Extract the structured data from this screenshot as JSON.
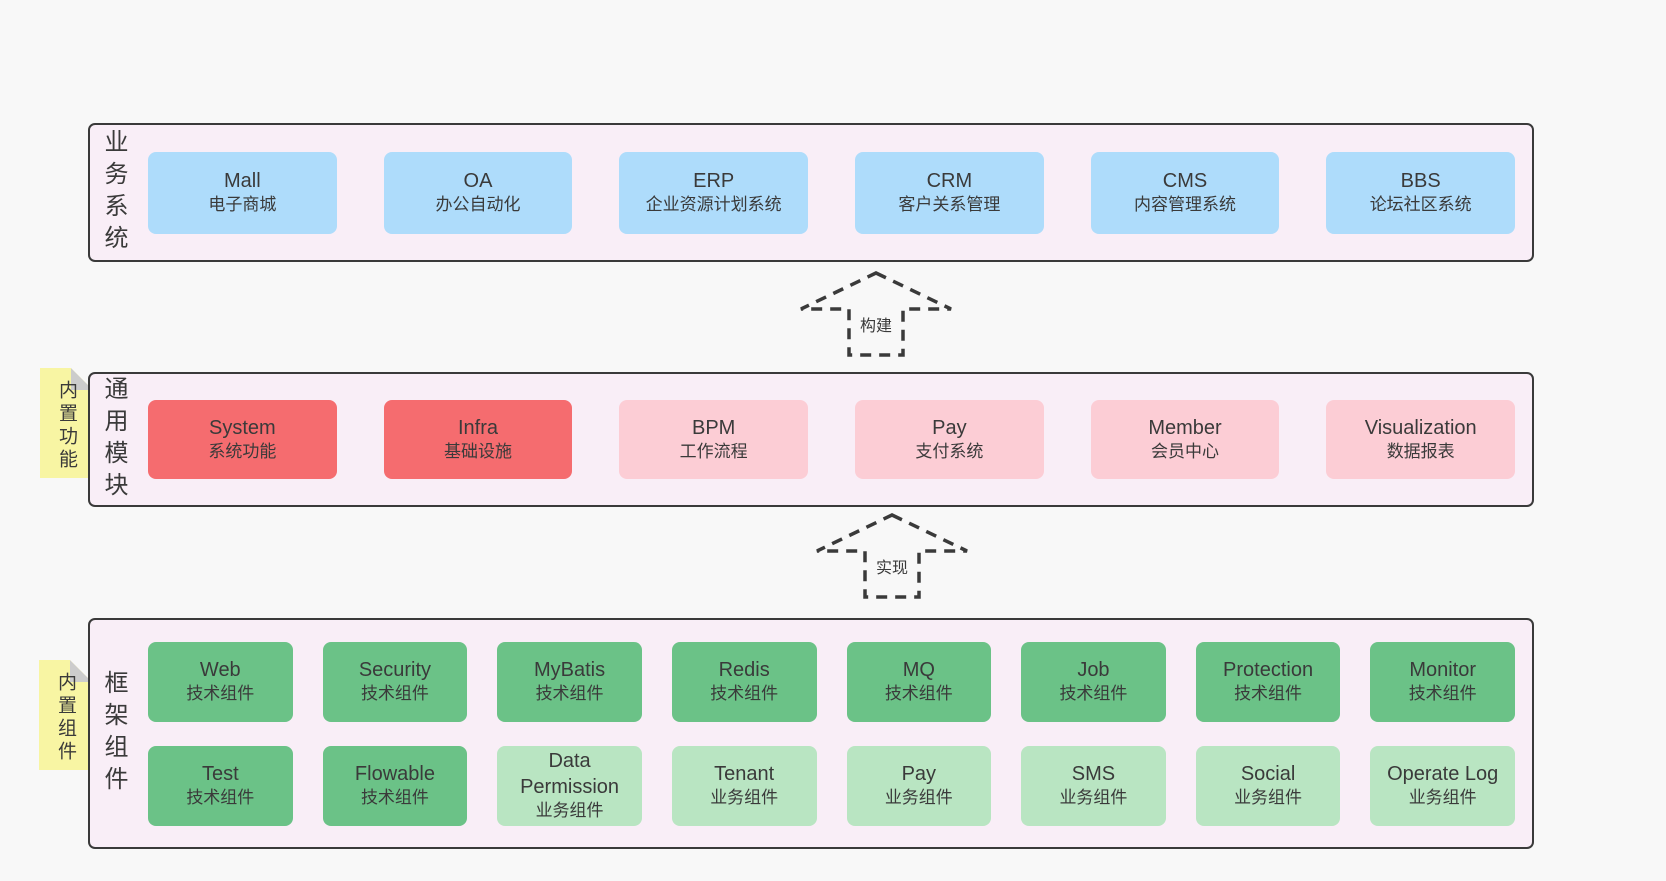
{
  "colors": {
    "pageBg": "#f8f8f8",
    "containerBg": "#f9eef7",
    "border": "#3a3a3a",
    "text": "#3a3a3a",
    "noteBg": "#f8f5a3",
    "noteFold": "#cccccc",
    "blue": "#aedcfb",
    "red": "#f56c6f",
    "pink": "#fccdd5",
    "green": "#6bc287",
    "lightgreen": "#b9e5c2"
  },
  "arrows": [
    {
      "label": "构建"
    },
    {
      "label": "实现"
    }
  ],
  "sections": [
    {
      "side_label": "业务系统",
      "rows": [
        [
          {
            "name": "Mall",
            "desc": "电子商城",
            "variant": "blue"
          },
          {
            "name": "OA",
            "desc": "办公自动化",
            "variant": "blue"
          },
          {
            "name": "ERP",
            "desc": "企业资源计划系统",
            "variant": "blue"
          },
          {
            "name": "CRM",
            "desc": "客户关系管理",
            "variant": "blue"
          },
          {
            "name": "CMS",
            "desc": "内容管理系统",
            "variant": "blue"
          },
          {
            "name": "BBS",
            "desc": "论坛社区系统",
            "variant": "blue"
          }
        ]
      ]
    },
    {
      "side_label": "通用模块",
      "note": "内置功能",
      "rows": [
        [
          {
            "name": "System",
            "desc": "系统功能",
            "variant": "red"
          },
          {
            "name": "Infra",
            "desc": "基础设施",
            "variant": "red"
          },
          {
            "name": "BPM",
            "desc": "工作流程",
            "variant": "pink"
          },
          {
            "name": "Pay",
            "desc": "支付系统",
            "variant": "pink"
          },
          {
            "name": "Member",
            "desc": "会员中心",
            "variant": "pink"
          },
          {
            "name": "Visualization",
            "desc": "数据报表",
            "variant": "pink"
          }
        ]
      ]
    },
    {
      "side_label": "框架组件",
      "note": "内置组件",
      "rows": [
        [
          {
            "name": "Web",
            "desc": "技术组件",
            "variant": "green"
          },
          {
            "name": "Security",
            "desc": "技术组件",
            "variant": "green"
          },
          {
            "name": "MyBatis",
            "desc": "技术组件",
            "variant": "green"
          },
          {
            "name": "Redis",
            "desc": "技术组件",
            "variant": "green"
          },
          {
            "name": "MQ",
            "desc": "技术组件",
            "variant": "green"
          },
          {
            "name": "Job",
            "desc": "技术组件",
            "variant": "green"
          },
          {
            "name": "Protection",
            "desc": "技术组件",
            "variant": "green"
          },
          {
            "name": "Monitor",
            "desc": "技术组件",
            "variant": "green"
          }
        ],
        [
          {
            "name": "Test",
            "desc": "技术组件",
            "variant": "green"
          },
          {
            "name": "Flowable",
            "desc": "技术组件",
            "variant": "green"
          },
          {
            "name": "Data Permission",
            "desc": "业务组件",
            "variant": "lightgreen"
          },
          {
            "name": "Tenant",
            "desc": "业务组件",
            "variant": "lightgreen"
          },
          {
            "name": "Pay",
            "desc": "业务组件",
            "variant": "lightgreen"
          },
          {
            "name": "SMS",
            "desc": "业务组件",
            "variant": "lightgreen"
          },
          {
            "name": "Social",
            "desc": "业务组件",
            "variant": "lightgreen"
          },
          {
            "name": "Operate Log",
            "desc": "业务组件",
            "variant": "lightgreen"
          }
        ]
      ]
    }
  ]
}
